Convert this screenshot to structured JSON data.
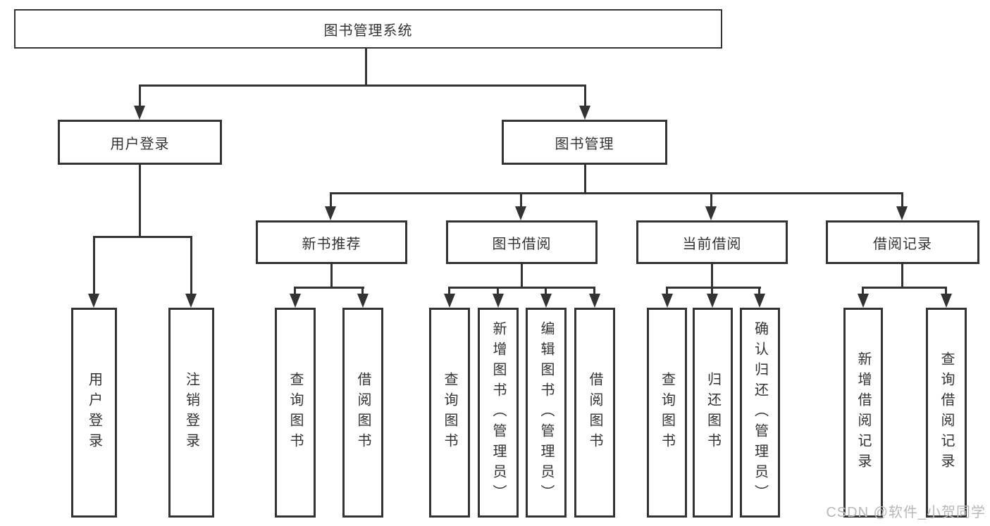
{
  "tree": {
    "label": "图书管理系统",
    "children": [
      {
        "label": "用户登录",
        "children": [
          {
            "label": "用户登录"
          },
          {
            "label": "注销登录"
          }
        ]
      },
      {
        "label": "图书管理",
        "children": [
          {
            "label": "新书推荐",
            "children": [
              {
                "label": "查询图书"
              },
              {
                "label": "借阅图书"
              }
            ]
          },
          {
            "label": "图书借阅",
            "children": [
              {
                "label": "查询图书"
              },
              {
                "label": "新增图书（管理员）"
              },
              {
                "label": "编辑图书（管理员）"
              },
              {
                "label": "借阅图书"
              }
            ]
          },
          {
            "label": "当前借阅",
            "children": [
              {
                "label": "查询图书"
              },
              {
                "label": "归还图书"
              },
              {
                "label": "确认归还（管理员）"
              }
            ]
          },
          {
            "label": "借阅记录",
            "children": [
              {
                "label": "新增借阅记录"
              },
              {
                "label": "查询借阅记录"
              }
            ]
          }
        ]
      }
    ]
  },
  "watermark": {
    "text": "CSDN @软件_小贺同学"
  },
  "colors": {
    "line": "#333333",
    "text": "#333333",
    "box_bg": "#ffffff",
    "watermark": "#b8b8b8"
  }
}
